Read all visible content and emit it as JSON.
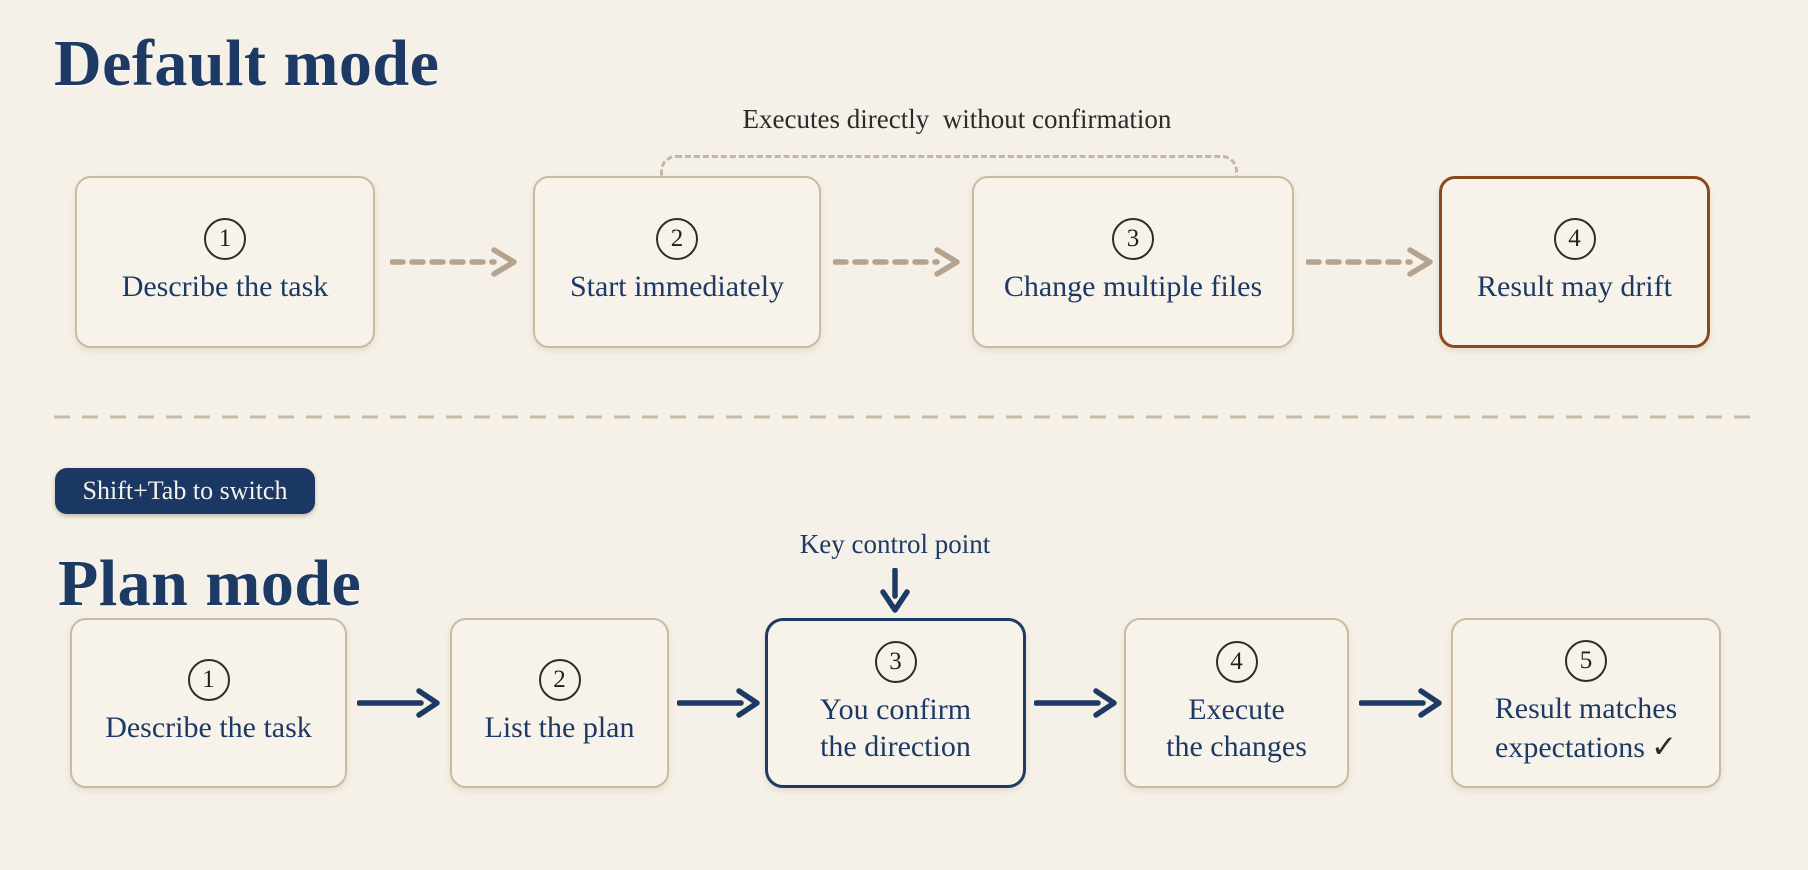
{
  "page": {
    "background": "#f6f1e8",
    "colors": {
      "navy": "#1c3a63",
      "brown_warning": "#8a4a1e",
      "box_border_tan": "#c9bba2",
      "dashed_arrow_tan": "#b5a38e",
      "divider_tan": "#c9bca6",
      "ink": "#2b2b2b",
      "badge_background": "#1b3864",
      "badge_text": "#f7f3ec"
    }
  },
  "default_mode": {
    "title": "Default mode",
    "annotation": "Executes directly  without confirmation",
    "steps": [
      {
        "number": "1",
        "label": "Describe the task"
      },
      {
        "number": "2",
        "label": "Start immediately"
      },
      {
        "number": "3",
        "label": "Change multiple files"
      },
      {
        "number": "4",
        "label": "Result may drift"
      }
    ]
  },
  "switch_badge": {
    "label": "Shift+Tab to switch"
  },
  "plan_mode": {
    "title": "Plan mode",
    "annotation": "Key control point",
    "steps": [
      {
        "number": "1",
        "label": "Describe the task"
      },
      {
        "number": "2",
        "label": "List the plan"
      },
      {
        "number": "3",
        "line1": "You confirm",
        "line2": "the direction"
      },
      {
        "number": "4",
        "line1": "Execute",
        "line2": "the changes"
      },
      {
        "number": "5",
        "line1": "Result matches",
        "line2": "expectations",
        "check": "✓"
      }
    ]
  }
}
